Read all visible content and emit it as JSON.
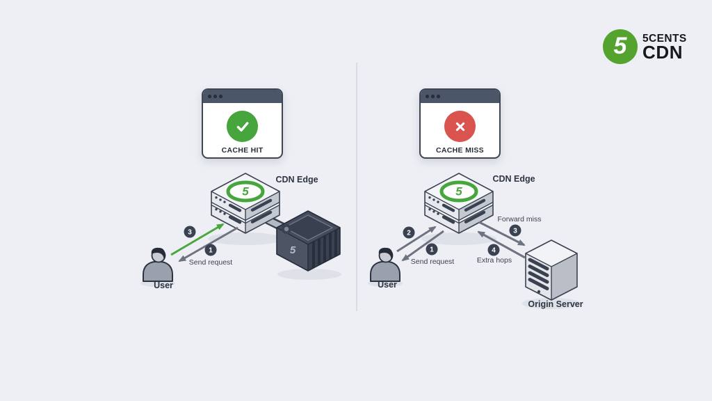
{
  "logo": {
    "monogram": "5",
    "line1": "5CENTS",
    "line2": "CDN"
  },
  "server_logo_digit": "5",
  "hit": {
    "title": "CACHE HIT",
    "edge_label": "CDN Edge",
    "user_label": "User",
    "request_badge": "1",
    "request_label": "Send request",
    "return_badge": "3",
    "cache_box_digit": "5"
  },
  "miss": {
    "title": "CACHE MISS",
    "edge_label": "CDN Edge",
    "user_label": "User",
    "request_badge": "1",
    "request_label": "Send request",
    "return_badge": "2",
    "forward_badge": "3",
    "forward_label": "Forward miss",
    "extra_badge": "4",
    "extra_label": "Extra hops",
    "origin_label": "Origin Server"
  },
  "colors": {
    "background": "#edeff4",
    "brand_green": "#55a32f",
    "success_green": "#46a53c",
    "error_red": "#d9534f",
    "dark_slate": "#3a4150",
    "arrow_gray": "#6d7380",
    "arrow_green": "#4aa63f"
  }
}
